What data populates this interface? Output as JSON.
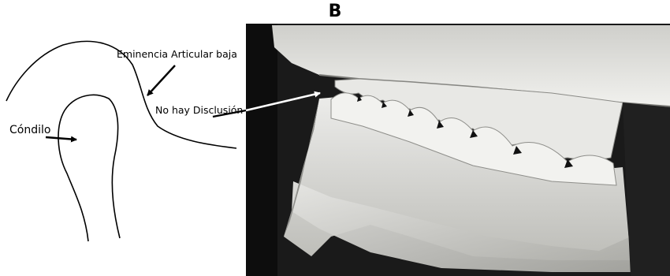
{
  "panel_label": "B",
  "diagram": {
    "labels": {
      "eminence": "Eminencia Articular baja",
      "disclusion": "No hay Disclusión",
      "condyle": "Cóndilo"
    }
  },
  "colors": {
    "ink": "#000000",
    "photo_background": "#1a1a1a",
    "cast_light": "#d9d9d6",
    "cast_mid": "#b9b9b4"
  }
}
